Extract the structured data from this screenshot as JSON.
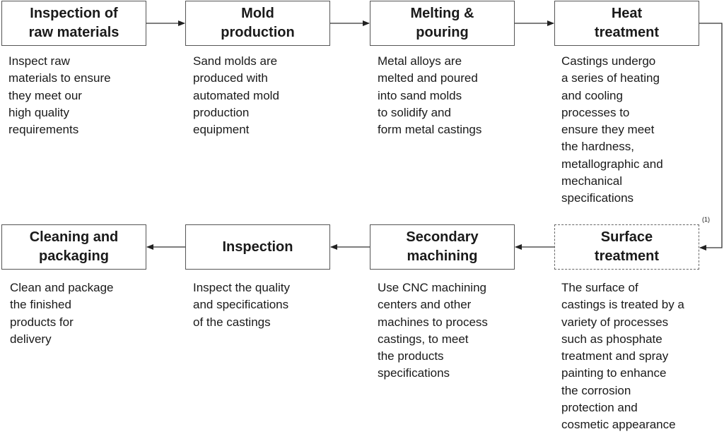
{
  "steps": [
    {
      "id": "inspection-raw-materials",
      "title": "Inspection of\nraw materials",
      "description": "Inspect raw\nmaterials to ensure\nthey meet our\nhigh quality\nrequirements"
    },
    {
      "id": "mold-production",
      "title": "Mold\nproduction",
      "description": "Sand molds are\nproduced with\nautomated mold\nproduction\nequipment"
    },
    {
      "id": "melting-pouring",
      "title": "Melting &\npouring",
      "description": "Metal alloys are\nmelted and poured\ninto sand molds\nto solidify and\nform metal castings"
    },
    {
      "id": "heat-treatment",
      "title": "Heat\ntreatment",
      "description": "Castings undergo\na series of heating\nand cooling\nprocesses to\nensure they meet\nthe hardness,\nmetallographic and\nmechanical\nspecifications"
    },
    {
      "id": "surface-treatment",
      "title": "Surface\ntreatment",
      "description": "The surface of\ncastings is treated by a\nvariety of processes\nsuch as phosphate\ntreatment and spray\npainting to enhance\nthe corrosion\nprotection and\ncosmetic appearance",
      "footnote": "(1)",
      "dashed": true
    },
    {
      "id": "secondary-machining",
      "title": "Secondary\nmachining",
      "description": "Use CNC machining\ncenters and other\nmachines to process\ncastings, to meet\nthe products\nspecifications"
    },
    {
      "id": "inspection",
      "title": "Inspection",
      "description": "Inspect the quality\nand specifications\nof the castings"
    },
    {
      "id": "cleaning-packaging",
      "title": "Cleaning and\npackaging",
      "description": "Clean and package\nthe finished\nproducts for\ndelivery"
    }
  ],
  "colors": {
    "border": "#555555",
    "arrow": "#333333",
    "text": "#1a1a1a"
  }
}
